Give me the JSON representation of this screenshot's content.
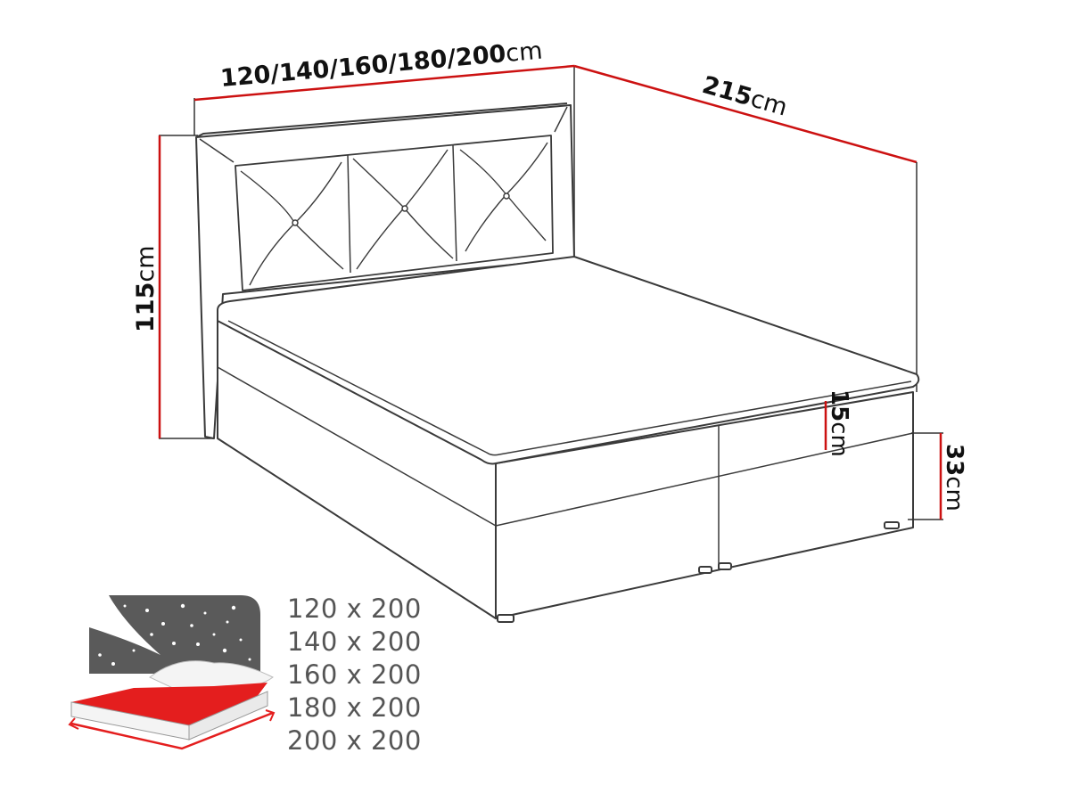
{
  "diagram": {
    "type": "product-dimension-drawing",
    "subject": "boxspring bed with tufted headboard",
    "colors": {
      "outline": "#3a3a3a",
      "dimension_line": "#cc1111",
      "text": "#111111",
      "size_list_text": "#555555",
      "icon_night_bg": "#5a5a5a",
      "icon_mattress_top": "#e41e1e"
    },
    "dimensions": {
      "width": {
        "value": "120/140/160/180/200",
        "unit": "cm"
      },
      "length": {
        "value": "215",
        "unit": "cm"
      },
      "headboard_height": {
        "value": "115",
        "unit": "cm"
      },
      "topper_height": {
        "value": "15",
        "unit": "cm"
      },
      "base_height": {
        "value": "33",
        "unit": "cm"
      }
    },
    "size_options": [
      "120 x 200",
      "140 x 200",
      "160 x 200",
      "180 x 200",
      "200 x 200"
    ],
    "icon": {
      "name": "mattress-size-icon"
    }
  }
}
